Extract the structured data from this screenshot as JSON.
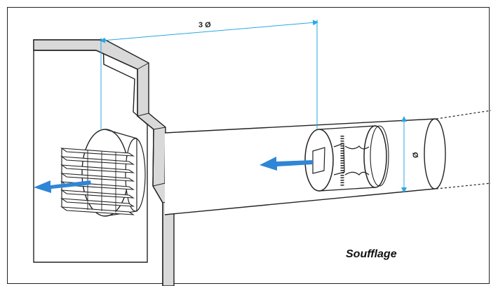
{
  "diagram": {
    "dimension_label": "3 Ø",
    "diameter_label": "Ø",
    "caption": "Soufflage"
  },
  "colors": {
    "dimension_line": "#2aa7e0",
    "airflow_arrow": "#2f86d6",
    "wall_fill": "#d9d9d9",
    "outline": "#222222"
  },
  "icons": {
    "airflow": "arrow-left-icon"
  }
}
